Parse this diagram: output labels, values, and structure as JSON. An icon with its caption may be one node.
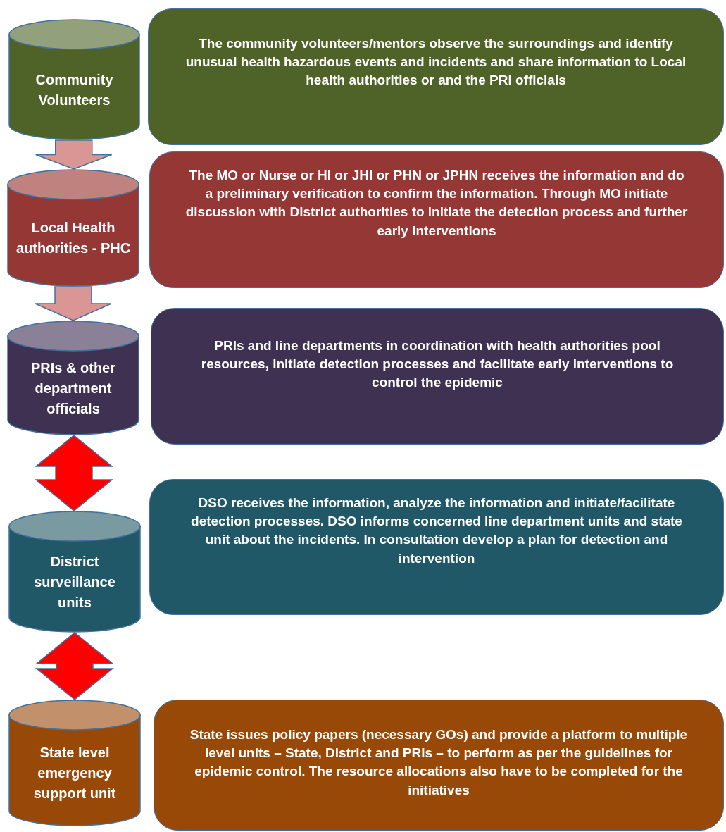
{
  "diagram": {
    "nodes": [
      {
        "text": [
          "Community Volunteers"
        ]
      },
      {
        "text": [
          "The community volunteers/mentors observe the surroundings and identify unusual health hazardous events and incidents and share information to Local health authorities or and the PRI officials"
        ]
      },
      {
        "text": [
          "Local Health authorities - PHC"
        ]
      },
      {
        "text": [
          "The MO or Nurse or HI or JHI or PHN or JPHN receives the information and do a preliminary verification to confirm the information. Through MO initiate discussion with District authorities to initiate the detection process and further early interventions"
        ]
      },
      {
        "text": [
          "PRIs & other department officials"
        ]
      },
      {
        "text": [
          "PRIs and line departments in coordination with health authorities pool resources, initiate detection processes and facilitate early interventions to control the epidemic"
        ]
      },
      {
        "text": [
          "District surveillance units"
        ]
      },
      {
        "text": [
          "DSO receives the information, analyze the information and initiate/facilitate detection processes. DSO informs concerned line department units and state unit about the incidents. In consultation develop a plan for detection and intervention"
        ]
      },
      {
        "text": [
          "State level emergency support unit"
        ]
      },
      {
        "text": [
          "State issues policy papers (necessary GOs) and provide a platform to multiple level units – State, District and PRIs – to perform as per the guidelines for epidemic control. The resource allocations also have to be completed for the initiatives"
        ]
      }
    ],
    "edges": [
      {
        "from": 0,
        "to": 2,
        "arrow": "to",
        "color": "#d99694"
      },
      {
        "from": 2,
        "to": 4,
        "arrow": "to",
        "color": "#d99694"
      },
      {
        "from": 4,
        "to": 6,
        "arrow": "both",
        "color": "#ff0000"
      },
      {
        "from": 6,
        "to": 8,
        "arrow": "both",
        "color": "#ff0000"
      }
    ]
  }
}
